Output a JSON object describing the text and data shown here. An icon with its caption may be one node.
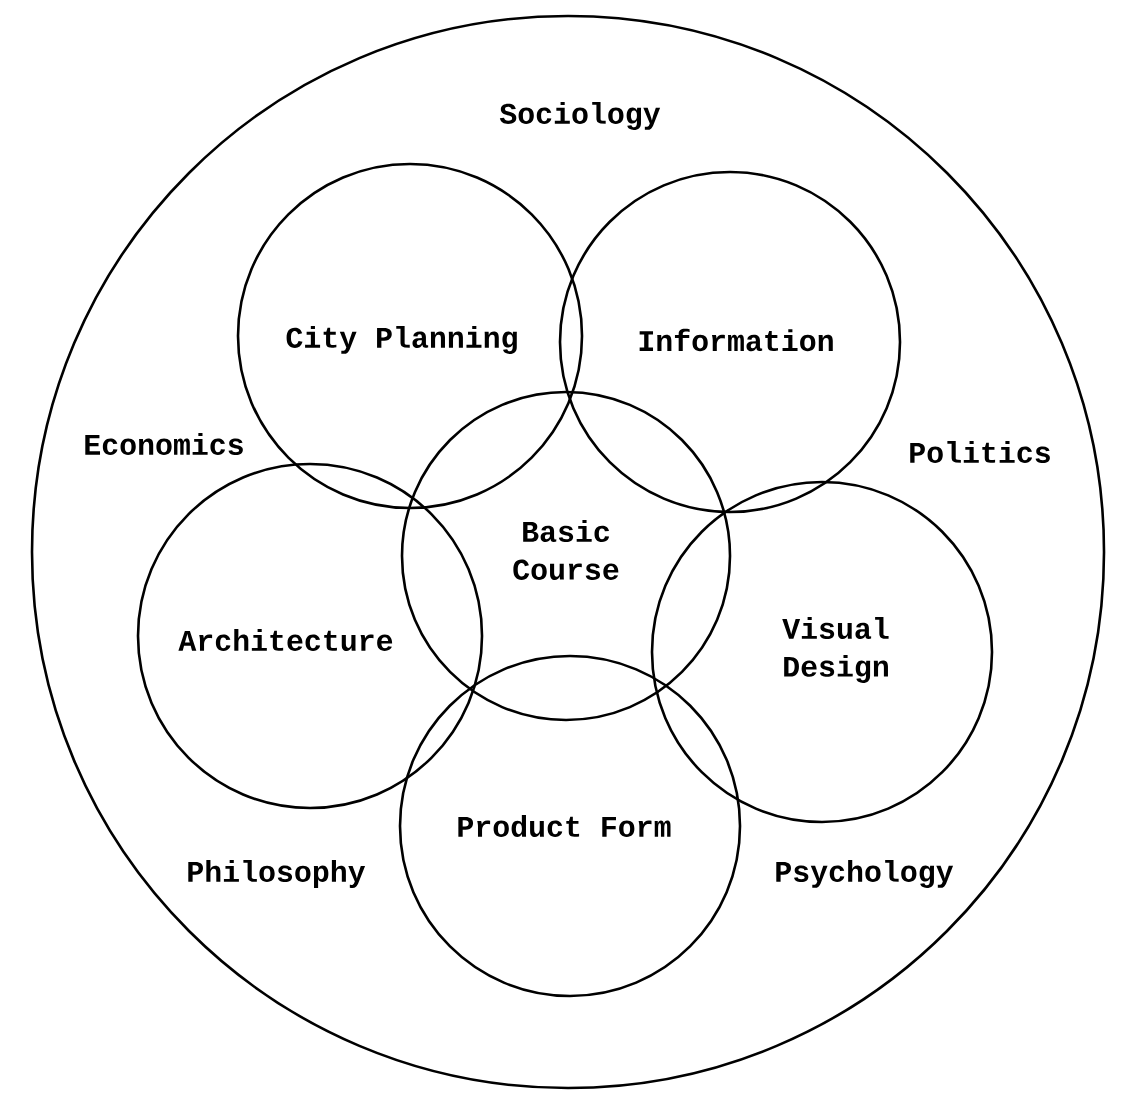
{
  "diagram": {
    "nodes": [
      {
        "text": [
          "Sociology",
          "Economics",
          "Politics",
          "Philosophy",
          "Psychology"
        ]
      },
      {
        "text": [
          "City Planning"
        ],
        "in": 0
      },
      {
        "text": [
          "Information"
        ],
        "in": 0
      },
      {
        "text": [
          "Basic Course"
        ],
        "in": 0
      },
      {
        "text": [
          "Architecture"
        ],
        "in": 0
      },
      {
        "text": [
          "Visual Design"
        ],
        "in": 0
      },
      {
        "text": [
          "Product Form"
        ],
        "in": 0
      }
    ]
  }
}
